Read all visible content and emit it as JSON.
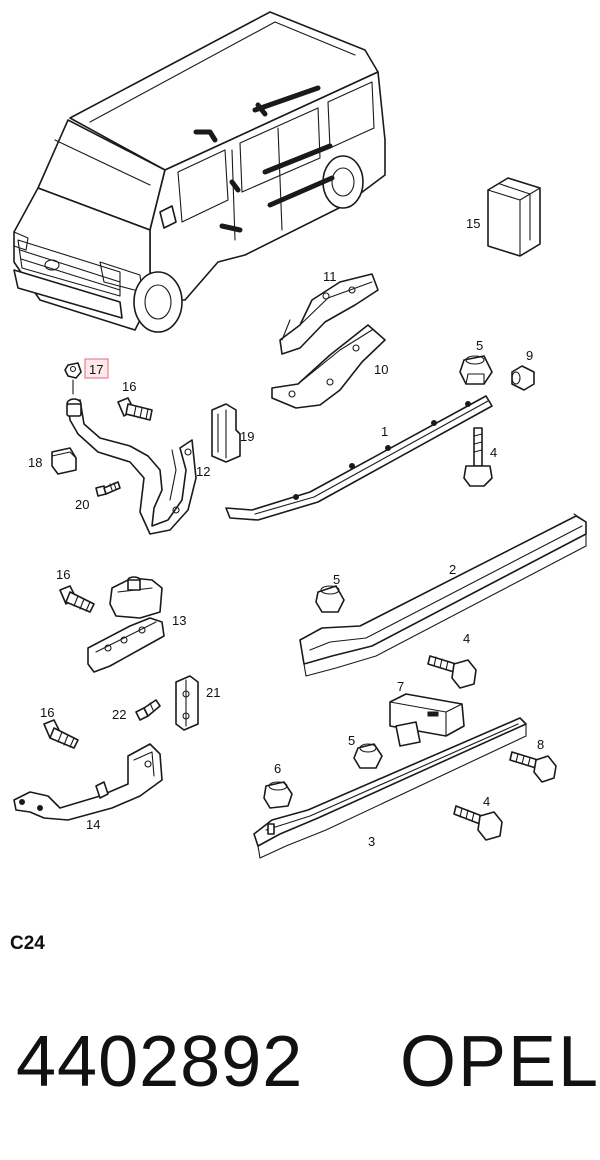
{
  "callouts": {
    "c1": "1",
    "c2": "2",
    "c3": "3",
    "c4a": "4",
    "c4b": "4",
    "c4c": "4",
    "c5a": "5",
    "c5b": "5",
    "c5c": "5",
    "c6": "6",
    "c7": "7",
    "c8": "8",
    "c9": "9",
    "c10": "10",
    "c11": "11",
    "c12": "12",
    "c13": "13",
    "c14": "14",
    "c15": "15",
    "c16a": "16",
    "c16b": "16",
    "c16c": "16",
    "c17": "17",
    "c18": "18",
    "c19": "19",
    "c20": "20",
    "c21": "21",
    "c22": "22"
  },
  "highlighted_callout": "17",
  "highlight_color": "#e06a78",
  "figure_code": "C24",
  "part_number": "4402892",
  "brand": "OPEL"
}
